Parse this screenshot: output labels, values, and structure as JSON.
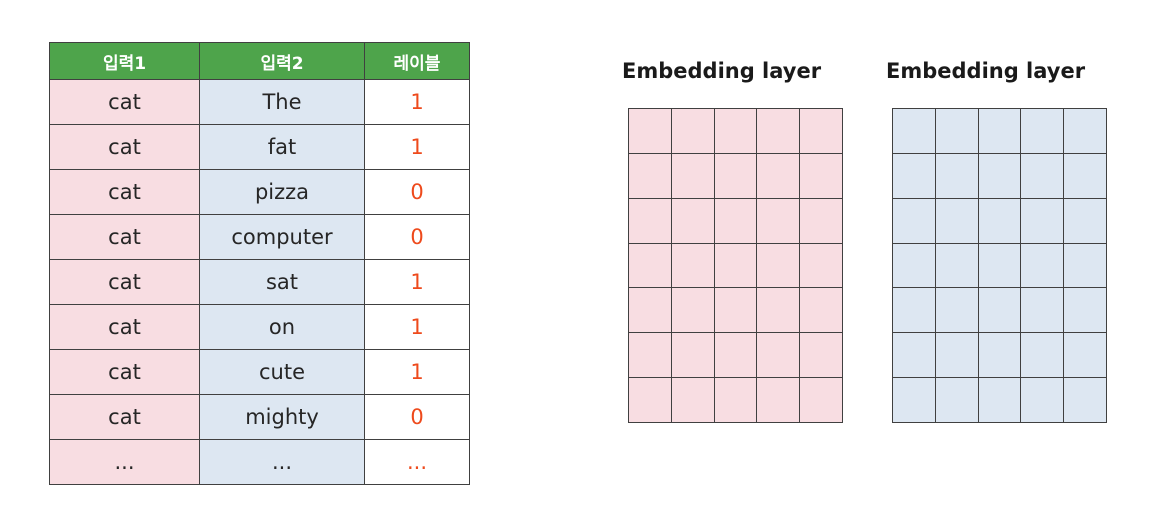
{
  "table": {
    "headers": [
      "입력1",
      "입력2",
      "레이블"
    ],
    "rows": [
      [
        "cat",
        "The",
        "1"
      ],
      [
        "cat",
        "fat",
        "1"
      ],
      [
        "cat",
        "pizza",
        "0"
      ],
      [
        "cat",
        "computer",
        "0"
      ],
      [
        "cat",
        "sat",
        "1"
      ],
      [
        "cat",
        "on",
        "1"
      ],
      [
        "cat",
        "cute",
        "1"
      ],
      [
        "cat",
        "mighty",
        "0"
      ],
      [
        "...",
        "...",
        "..."
      ]
    ]
  },
  "layers": [
    {
      "title": "Embedding layer",
      "rows": 7,
      "cols": 5,
      "fill_color": "#f8dde2"
    },
    {
      "title": "Embedding layer",
      "rows": 7,
      "cols": 5,
      "fill_color": "#dde7f2"
    }
  ],
  "colors": {
    "header_bg": "#4ea44b",
    "header_text": "#ffffff",
    "input1_bg": "#f8dde2",
    "input2_bg": "#dde7f2",
    "label_text": "#ee4a1c"
  }
}
